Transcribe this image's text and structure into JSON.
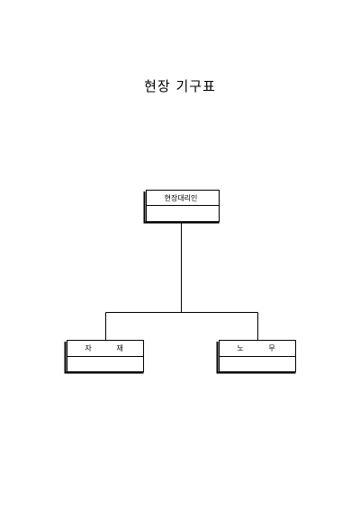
{
  "document": {
    "title": "현장 기구표"
  },
  "org_chart": {
    "root": {
      "label": "현장대리인"
    },
    "children": [
      {
        "label_left": "자",
        "label_right": "재"
      },
      {
        "label_left": "노",
        "label_right": "무"
      }
    ]
  }
}
